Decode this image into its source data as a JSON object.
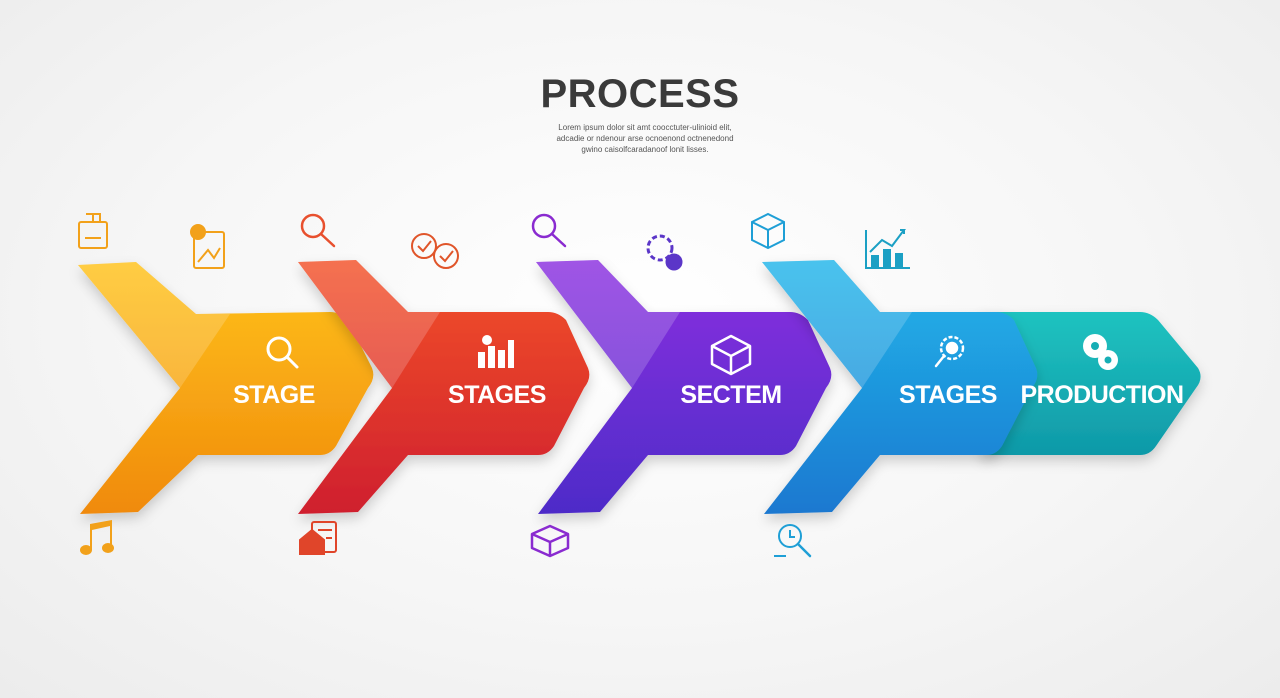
{
  "title": "PROCESS",
  "subtitle_lines": [
    "Lorem ipsum dolor sit amt coocctuter-ulinioid elit,",
    "adcadie or ndenour arse ocnoenond octnenedond",
    "gwino caisolfcaradanoof lonit lisses."
  ],
  "stages": [
    {
      "label": "STAGE",
      "color": "#f59a12",
      "icon": "magnifier-icon"
    },
    {
      "label": "STAGES",
      "color": "#e03326",
      "icon": "chart-people-icon"
    },
    {
      "label": "SECTEM",
      "color": "#6a2bd6",
      "icon": "box-icon"
    },
    {
      "label": "STAGES",
      "color": "#1b8fdc",
      "icon": "search-gear-icon"
    },
    {
      "label": "PRODUCTION",
      "color": "#16aeb5",
      "icon": "gear-pair-icon"
    }
  ],
  "top_icons": [
    {
      "icon": "document-stand-icon",
      "color": "#f2a11a"
    },
    {
      "icon": "bulb-document-icon",
      "color": "#f2a11a"
    },
    {
      "icon": "magnifier-icon",
      "color": "#e8502e"
    },
    {
      "icon": "check-circles-icon",
      "color": "#e0552a"
    },
    {
      "icon": "magnifier-icon",
      "color": "#8a2bd0"
    },
    {
      "icon": "gear-icon",
      "color": "#5b36c8"
    },
    {
      "icon": "box-icon",
      "color": "#1e9fd6"
    },
    {
      "icon": "growth-chart-icon",
      "color": "#1ba0c4"
    }
  ],
  "bottom_icons": [
    {
      "icon": "music-note-icon",
      "color": "#f2a11a"
    },
    {
      "icon": "house-document-icon",
      "color": "#e0452a"
    },
    {
      "icon": "box-icon",
      "color": "#8a2bd0"
    },
    {
      "icon": "clock-search-icon",
      "color": "#1e9fd6"
    }
  ]
}
